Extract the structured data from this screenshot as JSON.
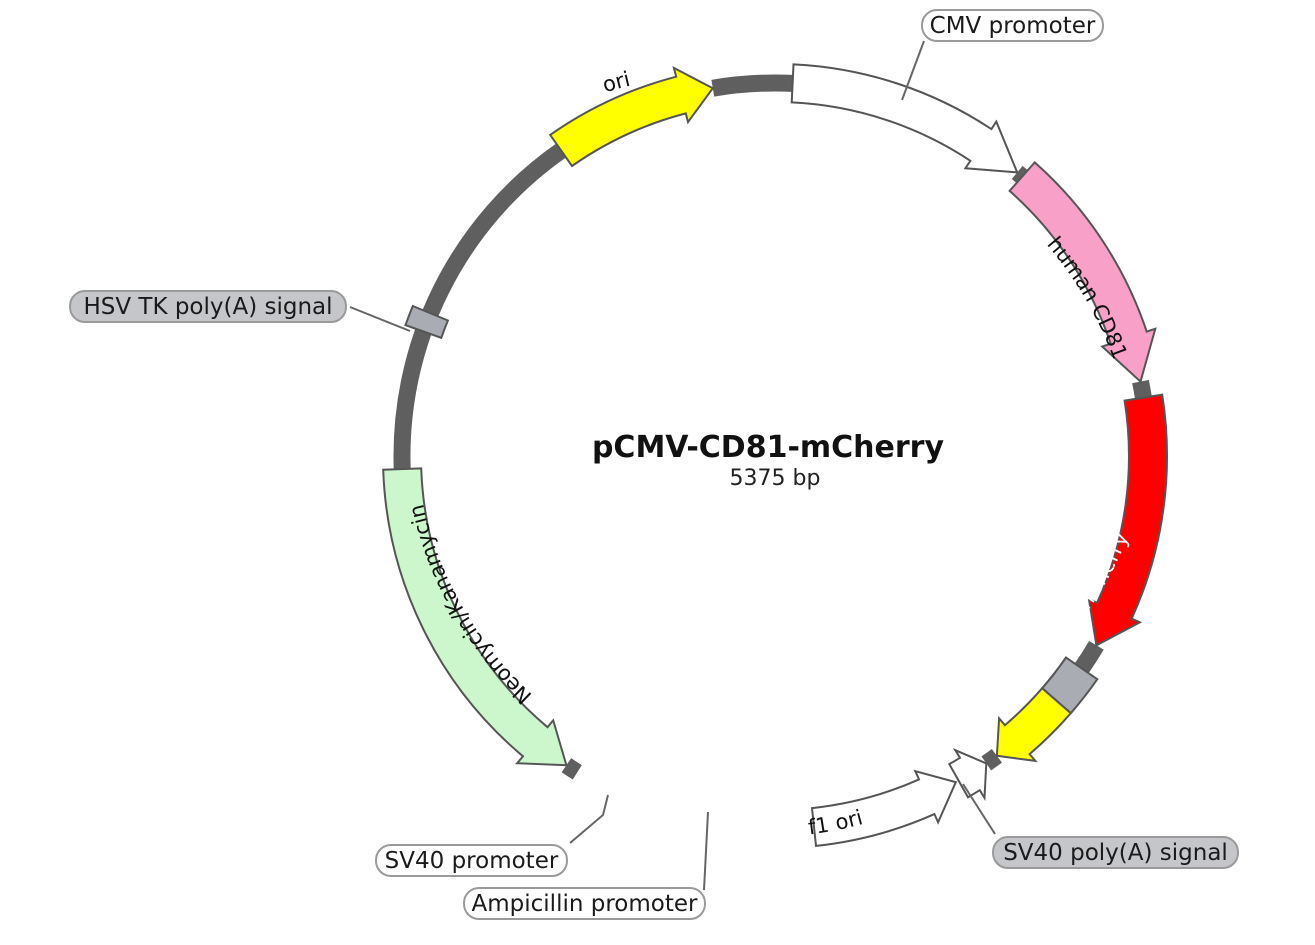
{
  "plasmid": {
    "name": "pCMV-CD81-mCherry",
    "size": "5375 bp"
  },
  "features": [
    {
      "id": "cmv-promoter",
      "label": "CMV promoter",
      "kind": "promoter",
      "fill": "#ffffff",
      "label_placement": "external"
    },
    {
      "id": "human-cd81",
      "label": "human CD81",
      "kind": "gene",
      "fill": "#f9a0c8",
      "label_placement": "internal",
      "text_color": "#111111"
    },
    {
      "id": "mcherry",
      "label": "mCherry",
      "kind": "gene",
      "fill": "#ff0000",
      "label_placement": "internal",
      "text_color": "#ffffff"
    },
    {
      "id": "sv40-polya",
      "label": "SV40 poly(A) signal",
      "kind": "terminator",
      "fill": "#a9adb3",
      "label_placement": "external"
    },
    {
      "id": "f1-ori",
      "label": "f1 ori",
      "kind": "origin",
      "fill": "#ffff00",
      "label_placement": "internal",
      "text_color": "#111111"
    },
    {
      "id": "ampicillin-promoter",
      "label": "Ampicillin promoter",
      "kind": "promoter",
      "fill": "#ffffff",
      "label_placement": "external"
    },
    {
      "id": "sv40-promoter",
      "label": "SV40 promoter",
      "kind": "promoter",
      "fill": "#ffffff",
      "label_placement": "external"
    },
    {
      "id": "neo-kan",
      "label": "Neomycin/Kanamycin",
      "kind": "marker",
      "fill": "#ccf7cc",
      "label_placement": "internal",
      "text_color": "#111111"
    },
    {
      "id": "hsv-tk-polya",
      "label": "HSV TK poly(A) signal",
      "kind": "terminator",
      "fill": "#a9adb3",
      "label_placement": "external"
    },
    {
      "id": "ori",
      "label": "ori",
      "kind": "origin",
      "fill": "#ffff00",
      "label_placement": "internal",
      "text_color": "#111111"
    }
  ],
  "colors": {
    "backbone": "#5f5f5f",
    "outline": "#555555",
    "leader": "#666666",
    "label_box_white": "#ffffff",
    "label_box_grey": "#c4c6ca"
  }
}
